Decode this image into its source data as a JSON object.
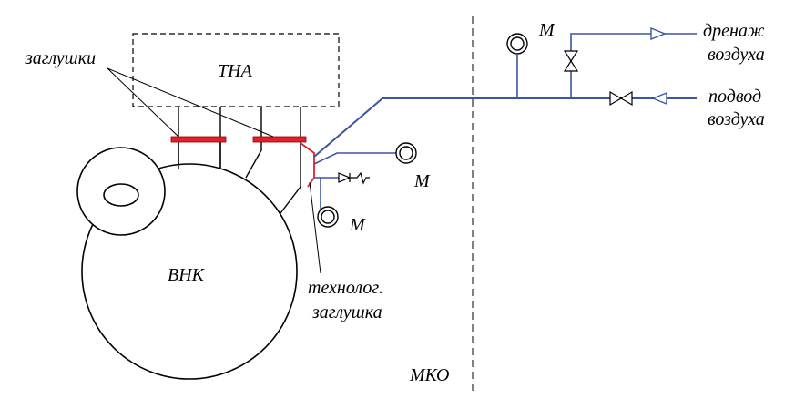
{
  "labels": {
    "plugs": "заглушки",
    "tna": "ТНА",
    "vnk": "ВНК",
    "tech_plug_line1": "технолог.",
    "tech_plug_line2": "заглушка",
    "mko": "МКО",
    "gauge_top": "М",
    "gauge_mid": "М",
    "gauge_low": "М",
    "drain_line1": "дренаж",
    "drain_line2": "воздуха",
    "supply_line1": "подвод",
    "supply_line2": "воздуха"
  },
  "icons": [
    "pressure-gauge-icon",
    "gate-valve-icon",
    "check-valve-icon",
    "flow-arrow-icon"
  ],
  "colors": {
    "pipe": "#3b55a0",
    "plug": "#e0202a",
    "outline": "#000000"
  }
}
